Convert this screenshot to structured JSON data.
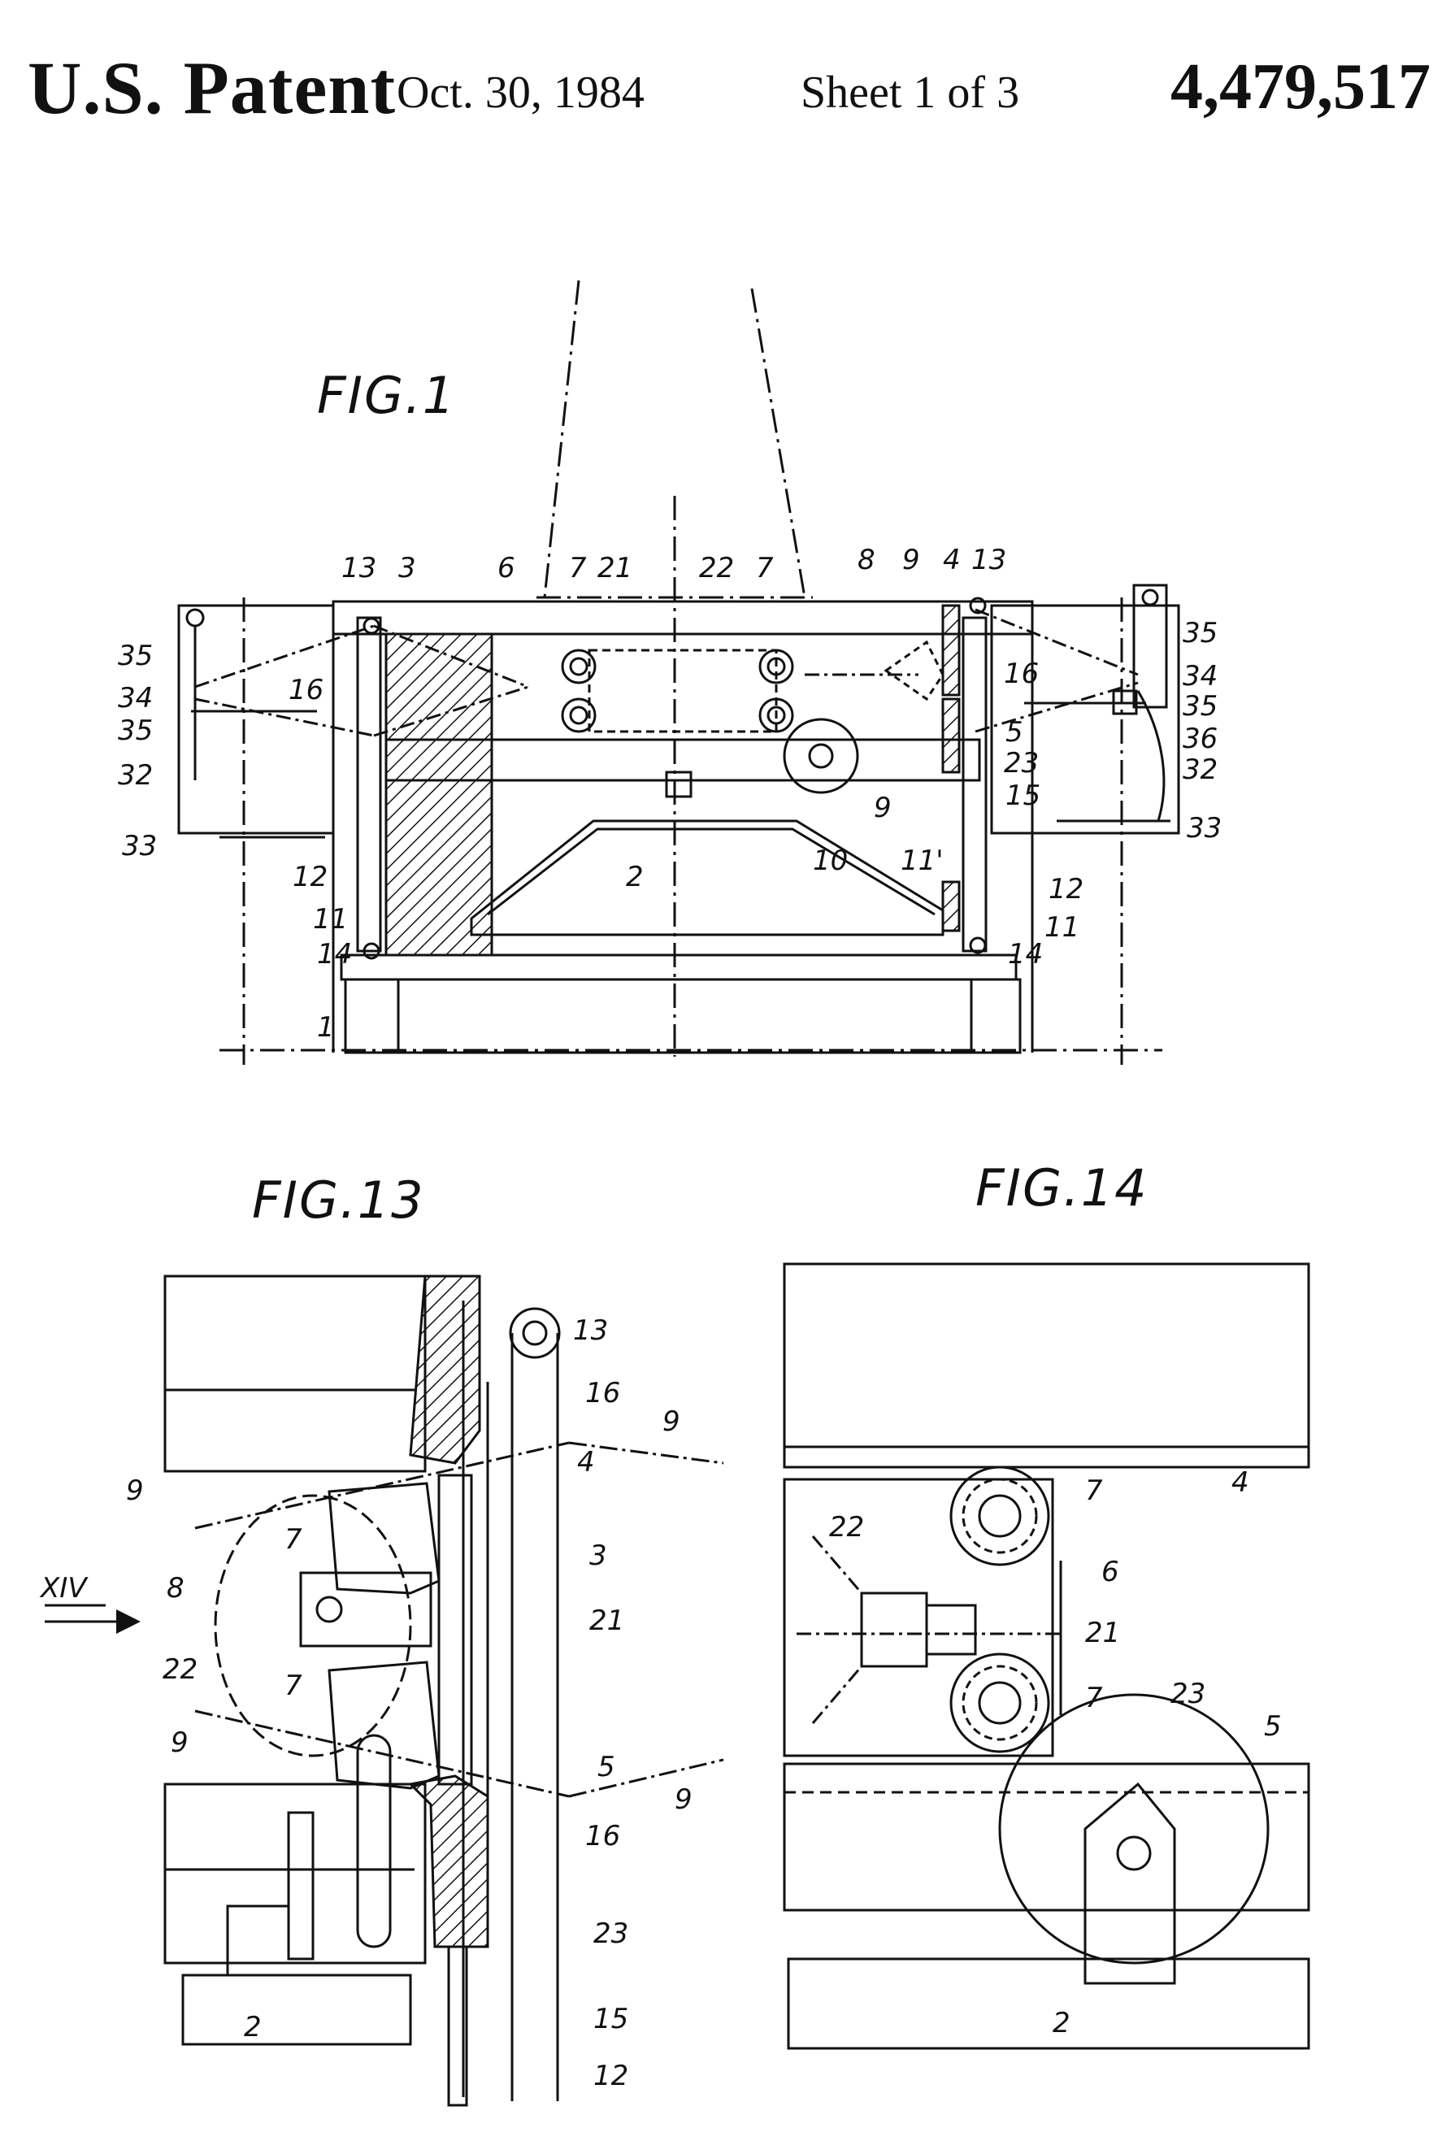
{
  "header": {
    "title": "U.S. Patent",
    "date": "Oct. 30, 1984",
    "sheet": "Sheet 1 of 3",
    "patent_number": "4,479,517"
  },
  "figures": {
    "fig1": {
      "label": "FIG.1"
    },
    "fig13": {
      "label": "FIG.13"
    },
    "fig14": {
      "label": "FIG.14"
    }
  },
  "ref_numerals": {
    "n1": "1",
    "n2": "2",
    "n3": "3",
    "n4": "4",
    "n5": "5",
    "n6": "6",
    "n7": "7",
    "n8": "8",
    "n9": "9",
    "n10": "10",
    "n11": "11",
    "n11p": "11'",
    "n12": "12",
    "n13": "13",
    "n14": "14",
    "n15": "15",
    "n16": "16",
    "n21": "21",
    "n22": "22",
    "n23": "23",
    "n32": "32",
    "n33": "33",
    "n34": "34",
    "n35": "35",
    "n36": "36",
    "xiv": "XIV"
  }
}
